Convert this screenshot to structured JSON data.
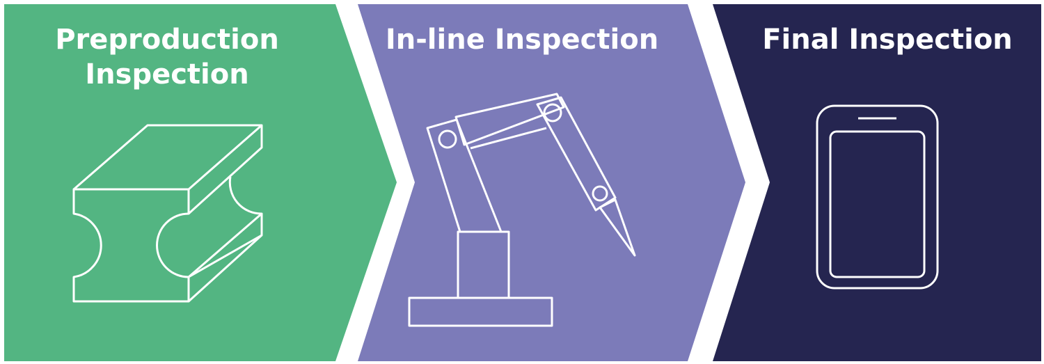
{
  "stages": [
    {
      "title_line1": "Preproduction",
      "title_line2": "Inspection",
      "icon": "anvil-icon",
      "color": "#53b582"
    },
    {
      "title_line1": "In-line Inspection",
      "icon": "robot-arm-icon",
      "color": "#7c7bb9"
    },
    {
      "title_line1": "Final Inspection",
      "icon": "tablet-icon",
      "color": "#252550"
    }
  ],
  "colors": {
    "stroke": "#ffffff",
    "background": "#ffffff"
  }
}
